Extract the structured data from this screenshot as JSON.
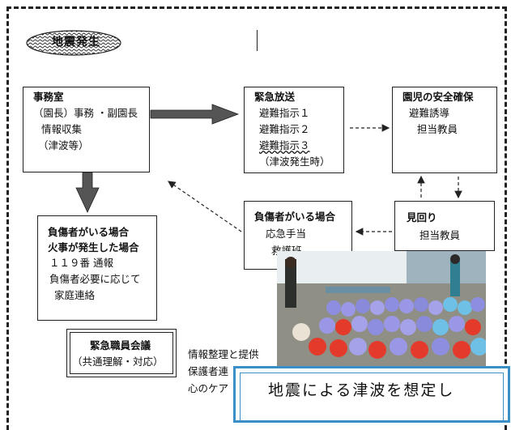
{
  "title_badge": "地震発生",
  "office": {
    "title": "事務室",
    "lines": [
      "（園長）事務 ・副園長",
      "情報収集",
      "（津波等）"
    ]
  },
  "broadcast": {
    "title": "緊急放送",
    "lines": [
      "避難指示１",
      "避難指示２",
      "避難指示３",
      "（津波発生時）"
    ]
  },
  "safety": {
    "title": "園児の安全確保",
    "lines": [
      "避難誘導",
      "担当教員"
    ]
  },
  "injured_fire": {
    "title1": "負傷者がいる場合",
    "title2": "火事が発生した場合",
    "lines": [
      "１１９番 通報",
      "負傷者必要に応じて",
      "家庭連絡"
    ]
  },
  "injured_mid": {
    "title": "負傷者がいる場合",
    "lines": [
      "応急手当",
      "救護班"
    ]
  },
  "patrol": {
    "title": "見回り",
    "lines": [
      "担当教員"
    ]
  },
  "meeting": {
    "title": "緊急職員会議",
    "subtitle": "（共通理解・対応）"
  },
  "meeting_notes": [
    "情報整理と提供",
    "保護者連",
    "心のケア"
  ],
  "caption": "地震による津波を想定し"
}
